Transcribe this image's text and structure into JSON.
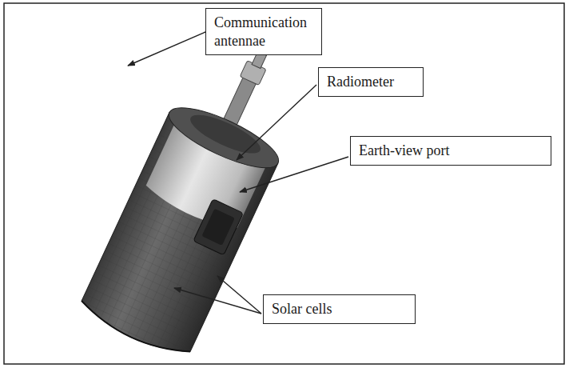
{
  "diagram": {
    "nodes": [
      {
        "text": [
          "Communication antennae"
        ]
      },
      {
        "text": [
          "Radiometer"
        ]
      },
      {
        "text": [
          "Earth-view port"
        ]
      },
      {
        "text": [
          "Solar cells"
        ]
      }
    ]
  }
}
